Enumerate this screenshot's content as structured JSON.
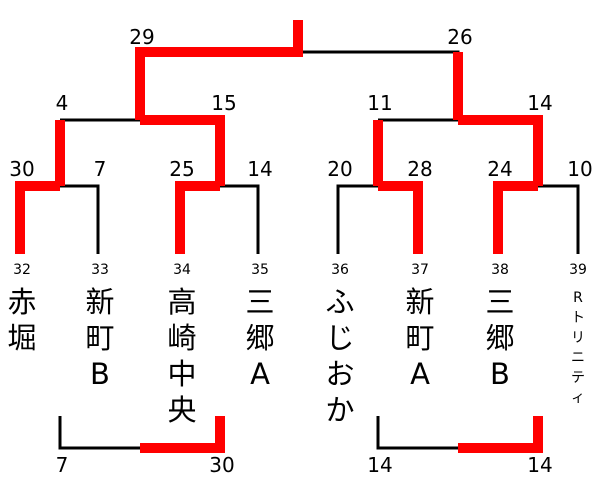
{
  "colors": {
    "winner_line": "#ff0000",
    "loser_line": "#000000"
  },
  "final": {
    "left_score": "29",
    "right_score": "26"
  },
  "semis": [
    {
      "score_left": "4",
      "score_right": "15"
    },
    {
      "score_left": "11",
      "score_right": "14"
    }
  ],
  "quarters": [
    {
      "score_left": "30",
      "score_right": "7"
    },
    {
      "score_left": "25",
      "score_right": "14"
    },
    {
      "score_left": "20",
      "score_right": "28"
    },
    {
      "score_left": "24",
      "score_right": "10"
    }
  ],
  "teams": [
    {
      "seed": "32",
      "name": "赤\n堀"
    },
    {
      "seed": "33",
      "name": "新\n町\nB"
    },
    {
      "seed": "34",
      "name": "高\n崎\n中\n央"
    },
    {
      "seed": "35",
      "name": "三\n郷\nA"
    },
    {
      "seed": "36",
      "name": "ふ\nじ\nお\nか"
    },
    {
      "seed": "37",
      "name": "新\n町\nA"
    },
    {
      "seed": "38",
      "name": "三\n郷\nB"
    },
    {
      "seed": "39",
      "name": "R\nト\nリ\nニ\nテ\nィ"
    }
  ],
  "placement": [
    {
      "score_left": "7",
      "score_right": "30"
    },
    {
      "score_left": "14",
      "score_right": "14"
    }
  ]
}
